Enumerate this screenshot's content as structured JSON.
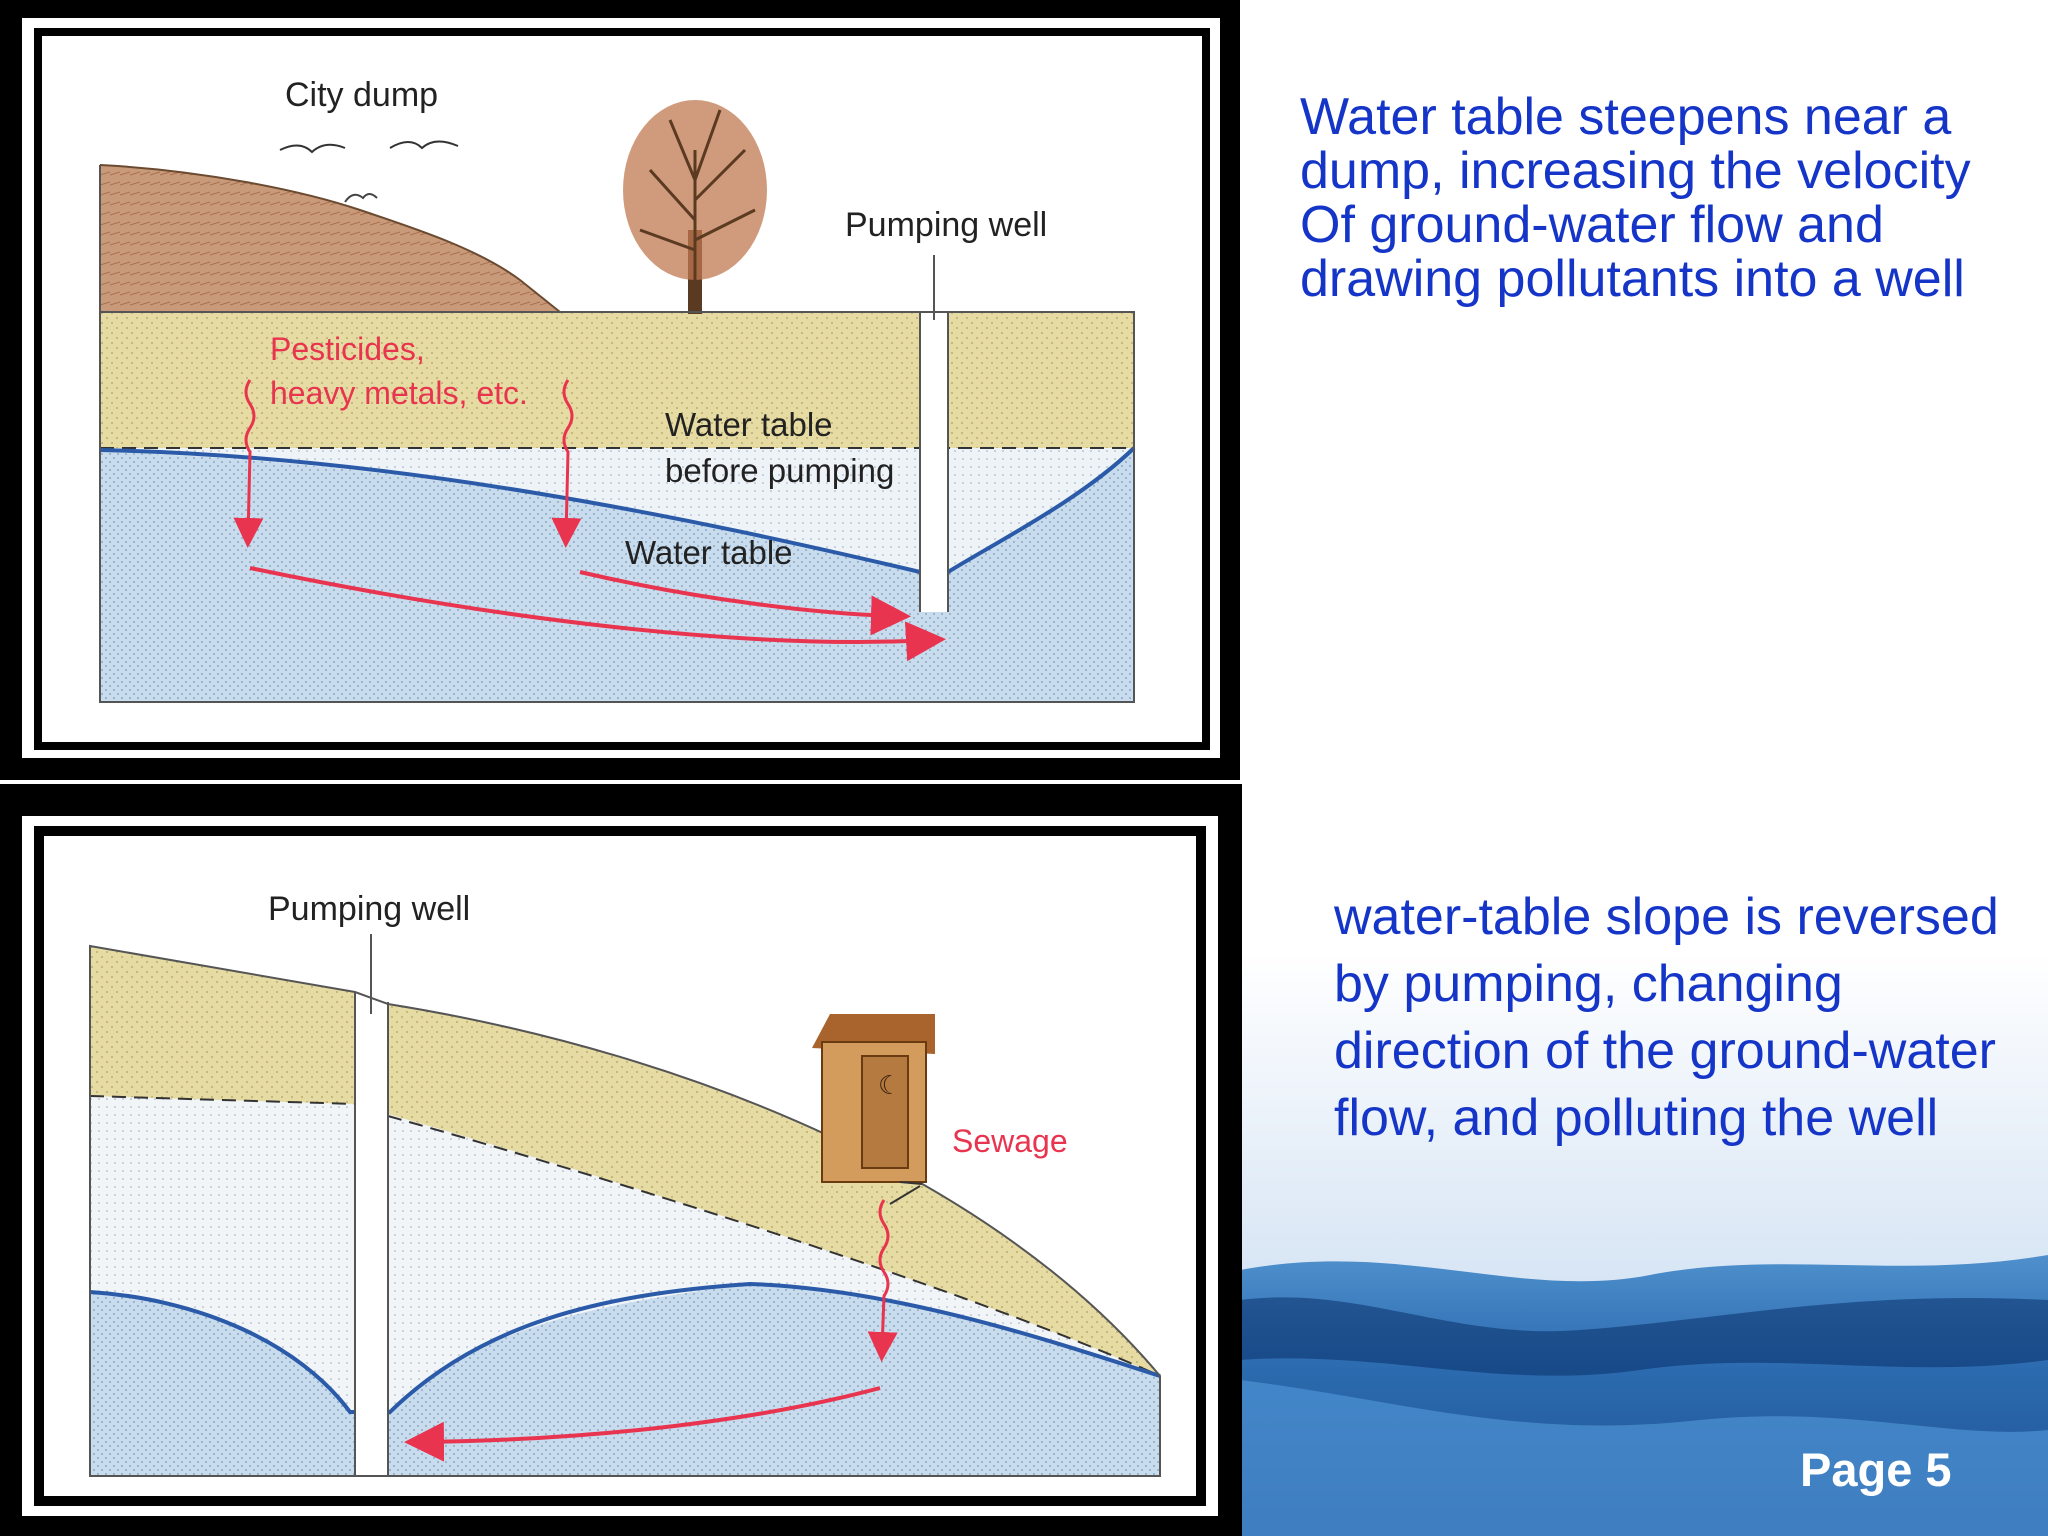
{
  "slide": {
    "description_top": "Water table steepens near a dump, increasing the velocity Of ground-water flow and drawing pollutants into a well",
    "description_bottom": "water-table slope is reversed by pumping, changing direction of the ground-water flow, and polluting the well",
    "page_label": "Page 5"
  },
  "diagram_top": {
    "labels": {
      "city_dump": "City dump",
      "pumping_well": "Pumping well",
      "pesticides_line1": "Pesticides,",
      "pesticides_line2": "heavy metals, etc.",
      "water_table_before_line1": "Water table",
      "water_table_before_line2": "before pumping",
      "water_table": "Water table"
    }
  },
  "diagram_bottom": {
    "labels": {
      "pumping_well": "Pumping well",
      "sewage": "Sewage"
    }
  },
  "colors": {
    "text_blue": "#1535c8",
    "pollutant_red": "#e8344e",
    "water_blue": "#c6dcf0",
    "soil_tan": "#e8dca0",
    "water_line": "#2a5aa8"
  }
}
